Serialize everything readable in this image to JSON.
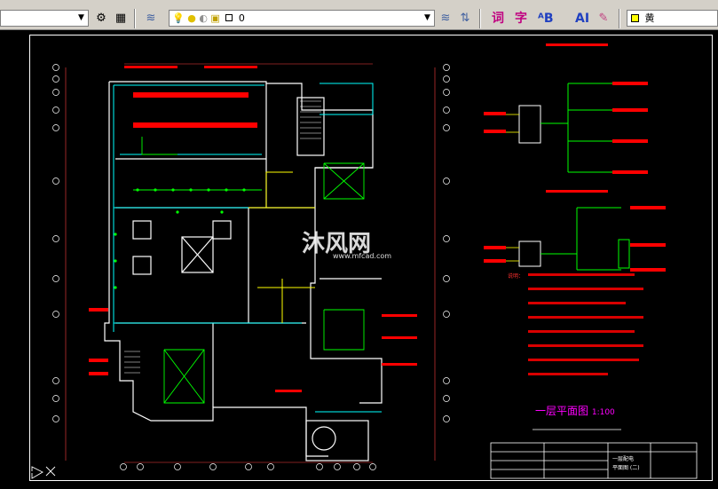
{
  "toolbar": {
    "layer_value": "0",
    "color_value": "黄",
    "text_btn_1": "词",
    "text_btn_2": "字",
    "text_btn_3": "AI"
  },
  "drawing": {
    "plan_title": "一层平面图",
    "plan_scale": "1:100",
    "title_block_name_1": "一层配电",
    "title_block_name_2": "平面图 (二)",
    "watermark_brand": "沐风网",
    "watermark_url": "www.mfcad.com",
    "notes_label": "说明："
  },
  "colors": {
    "background": "#000000",
    "wall": "#ffffff",
    "cyan": "#00ffff",
    "green": "#00ff00",
    "yellow": "#ffff00",
    "red": "#ff0000",
    "magenta": "#ff00ff"
  },
  "icons": {
    "ucs": "ucs-icon"
  }
}
